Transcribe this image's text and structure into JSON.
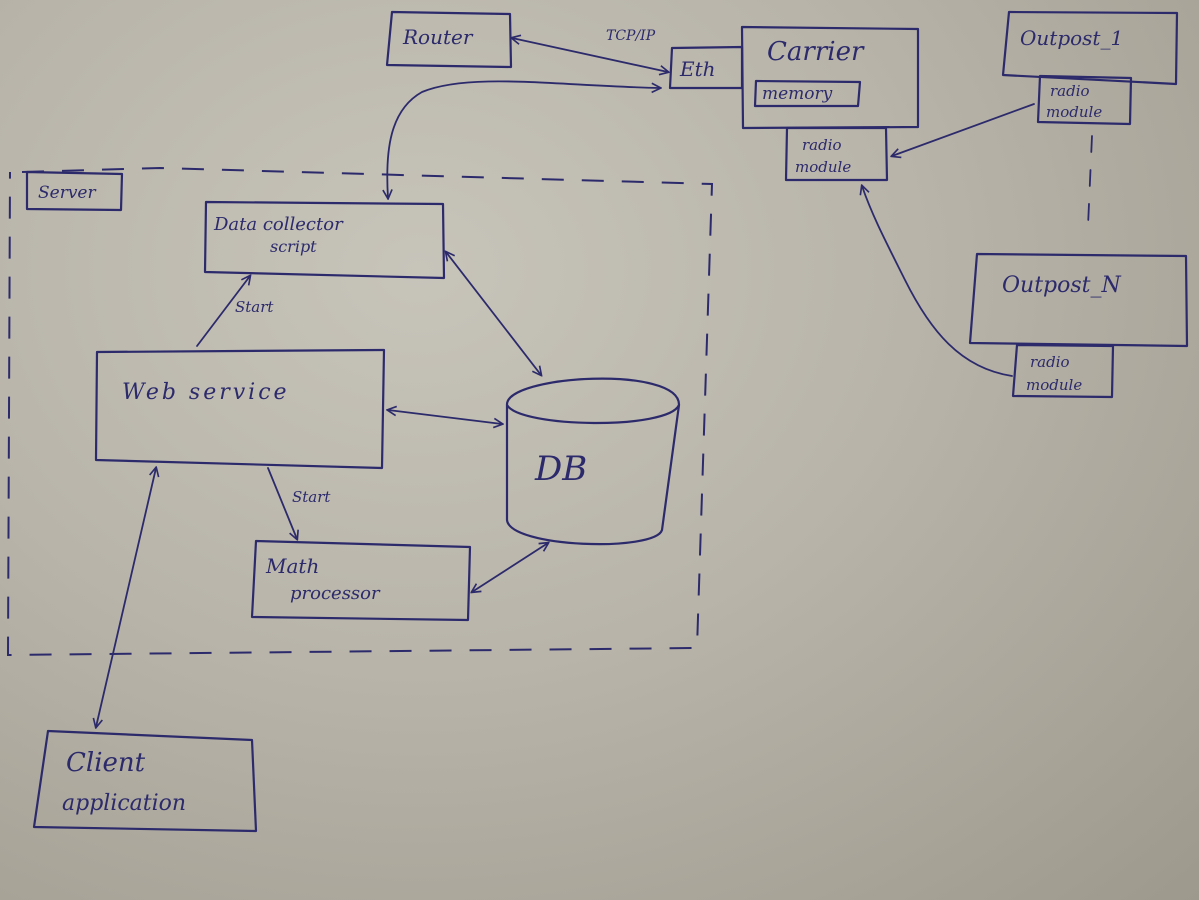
{
  "colors": {
    "ink": "#2c2a6b",
    "paper": "#bdb9af"
  },
  "diagram": {
    "nodes": {
      "router": {
        "label": "Router"
      },
      "eth": {
        "label": "Eth"
      },
      "carrier": {
        "label": "Carrier"
      },
      "memory": {
        "label": "memory"
      },
      "carrier_radio": {
        "label_line1": "radio",
        "label_line2": "module"
      },
      "outpost_1": {
        "label": "Outpost_1"
      },
      "outpost_1_radio": {
        "label_line1": "radio",
        "label_line2": "module"
      },
      "outpost_n": {
        "label": "Outpost_N"
      },
      "outpost_n_radio": {
        "label_line1": "radio",
        "label_line2": "module"
      },
      "server": {
        "label": "Server"
      },
      "data_collector": {
        "label_line1": "Data collector",
        "label_line2": "script"
      },
      "web_service": {
        "label": "Web service"
      },
      "db": {
        "label": "DB"
      },
      "math_processor": {
        "label_line1": "Math",
        "label_line2": "processor"
      },
      "client_app": {
        "label_line1": "Client",
        "label_line2": "application"
      }
    },
    "edges": {
      "router_eth": {
        "label": "TCP/IP"
      },
      "web_to_collector": {
        "label": "Start"
      },
      "web_to_math": {
        "label": "Start"
      }
    }
  }
}
